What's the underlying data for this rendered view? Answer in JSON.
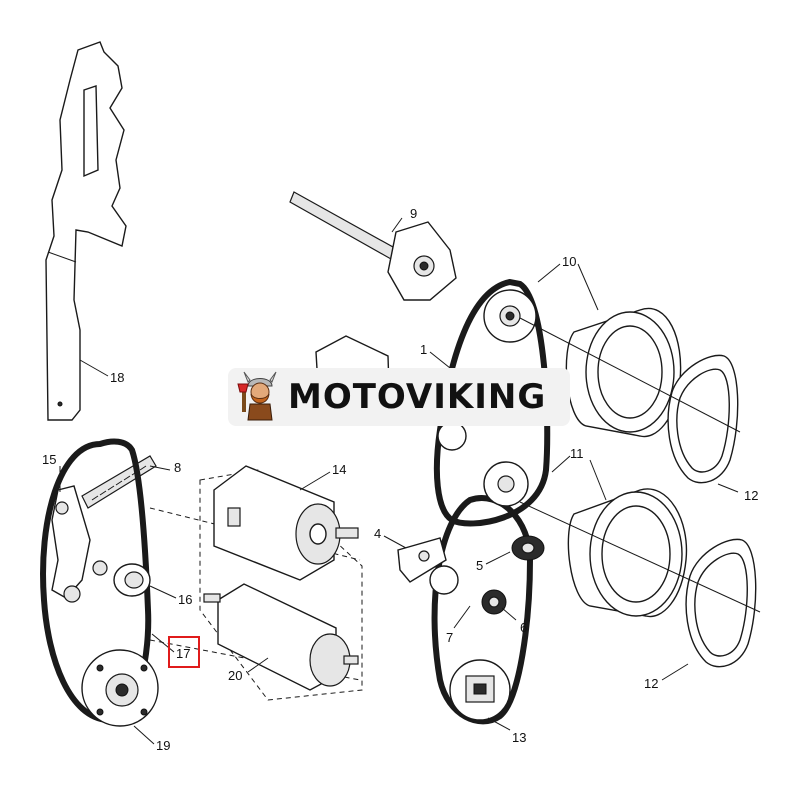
{
  "brand": {
    "name": "MOTOVIKING",
    "accent_color": "#e01b1b",
    "logo_icon": "viking-mascot-icon"
  },
  "diagram": {
    "highlighted_callout": "17",
    "callouts": {
      "c1": "1",
      "c4": "4",
      "c5": "5",
      "c6": "6",
      "c7": "7",
      "c8": "8",
      "c9": "9",
      "c10": "10",
      "c11": "11",
      "c12a": "12",
      "c12b": "12",
      "c13": "13",
      "c14": "14",
      "c15": "15",
      "c16": "16",
      "c17": "17",
      "c18": "18",
      "c19": "19",
      "c20": "20"
    }
  }
}
